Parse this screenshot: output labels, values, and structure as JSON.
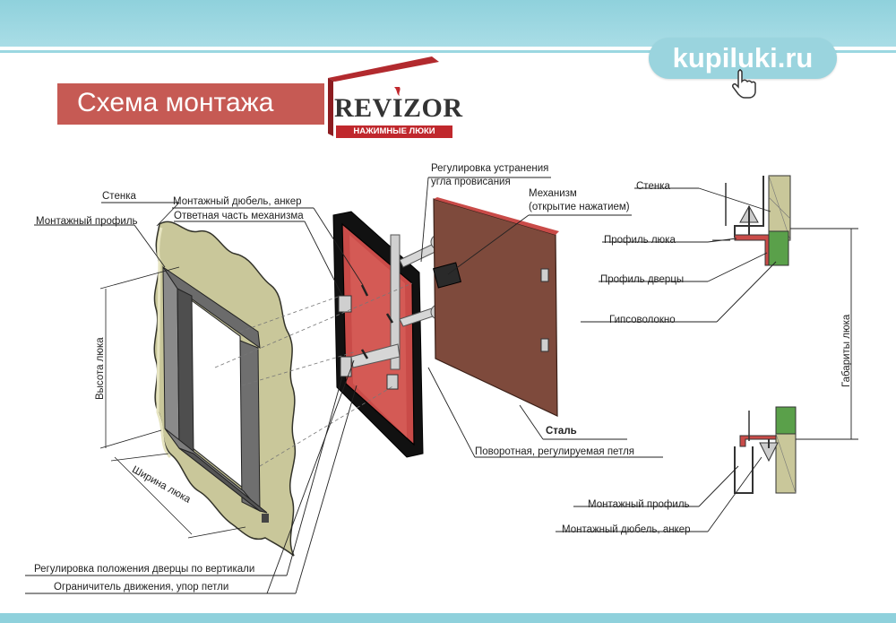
{
  "site": "kupiluki.ru",
  "title": "Схема монтажа",
  "brand": {
    "name": "REVIZOR",
    "tagline": "НАЖИМНЫЕ ЛЮКИ"
  },
  "colors": {
    "accent": "#c65a54",
    "band": "#8fd1dc",
    "door": "#7e4a3c",
    "frame_red": "#c94b48",
    "wall": "#c9c79a"
  },
  "labels": {
    "wall": "Стенка",
    "mount_profile": "Монтажный профиль",
    "dowel": "Монтажный дюбель, анкер",
    "counter_part": "Ответная часть механизма",
    "hatch_height": "Высота люка",
    "hatch_width": "Ширина люка",
    "sag_adjust_1": "Регулировка устранения",
    "sag_adjust_2": "угла провисания",
    "mechanism_1": "Механизм",
    "mechanism_2": "(открытие нажатием)",
    "steel": "Сталь",
    "hinge": "Поворотная, регулируемая петля",
    "vertical_adjust": "Регулировка положения дверцы по вертикали",
    "limiter": "Ограничитель движения, упор петли"
  },
  "section": {
    "wall": "Стенка",
    "hatch_profile": "Профиль люка",
    "door_profile": "Профиль дверцы",
    "gypsum": "Гипсоволокно",
    "dimensions": "Габариты люка",
    "mount_profile": "Монтажный профиль",
    "dowel": "Монтажный дюбель, анкер"
  },
  "icons": {
    "cursor": "hand-cursor-icon",
    "logo": "book-logo-icon"
  }
}
